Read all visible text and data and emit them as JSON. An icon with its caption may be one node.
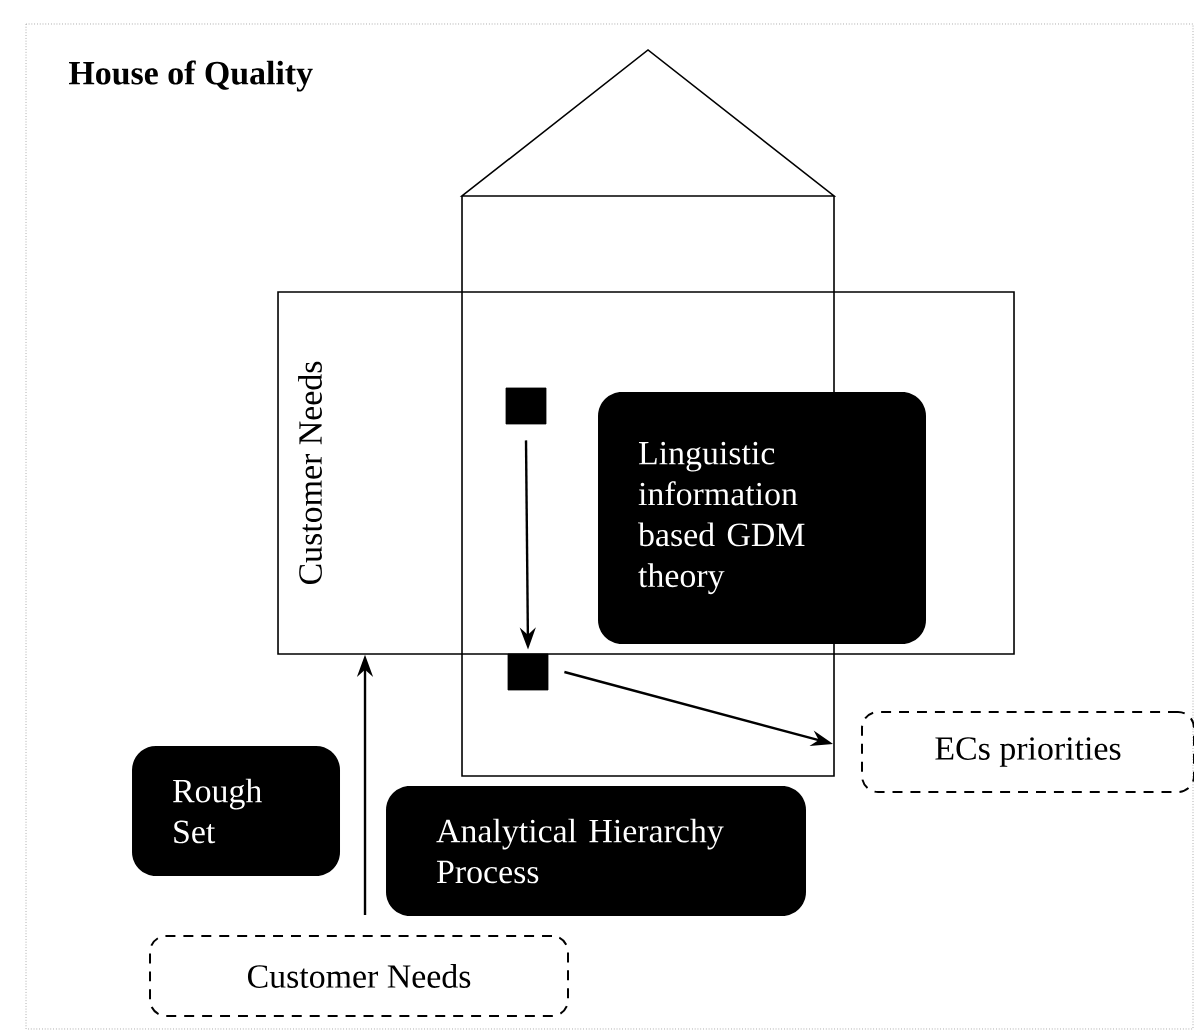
{
  "diagram": {
    "title": "House of Quality",
    "nodes": [
      {
        "text": [
          "Customer Needs"
        ]
      },
      {
        "text": [],
        "shape": "box",
        "in": 0
      },
      {
        "text": [],
        "shape": "box"
      },
      {
        "text": [
          "Linguistic information based GDM theory"
        ],
        "in": 0
      },
      {
        "text": [
          "ECs priorities"
        ]
      },
      {
        "text": [
          "Rough Set"
        ]
      },
      {
        "text": [
          "Analytical Hierarchy Process"
        ]
      },
      {
        "text": [
          "Customer Needs"
        ]
      }
    ],
    "edges": [
      {
        "from": 7,
        "to": 0,
        "arrow": "to"
      },
      {
        "from": 1,
        "to": 2,
        "arrow": "to"
      },
      {
        "from": 2,
        "to": 4,
        "arrow": "to"
      }
    ]
  }
}
